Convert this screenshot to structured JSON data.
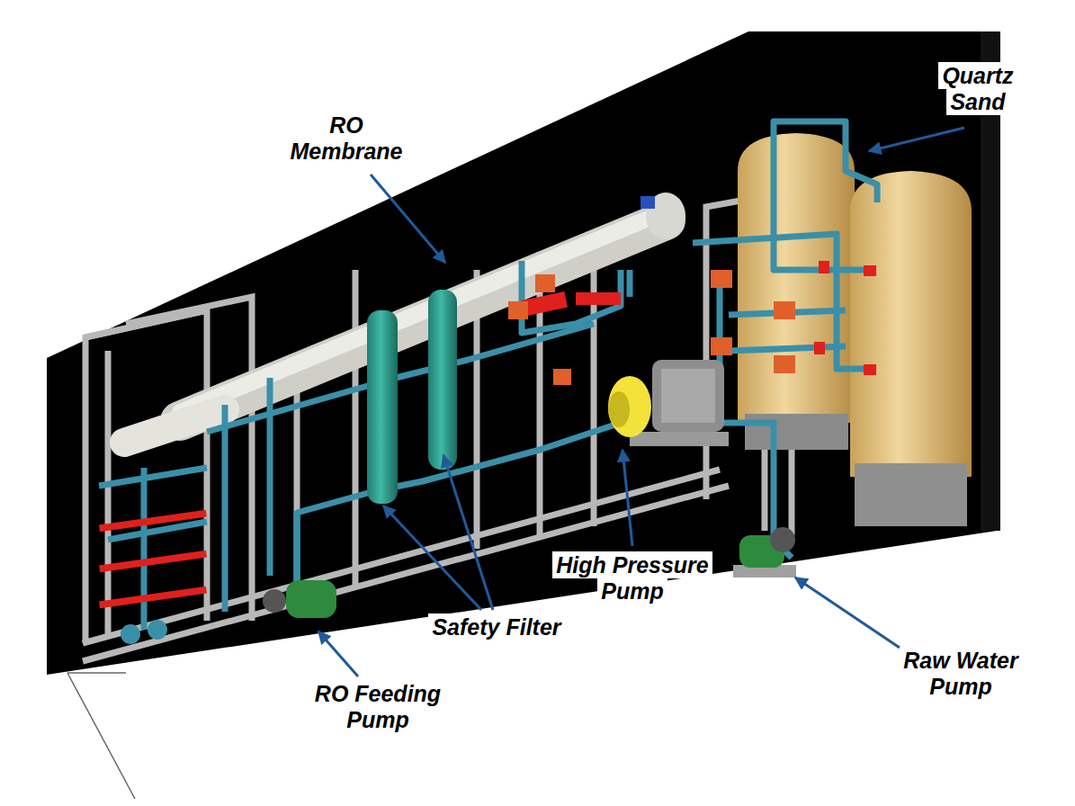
{
  "diagram": {
    "labels": [
      "RO Membrane",
      "Quartz Sand",
      "Safety Filter",
      "High Pressure Pump",
      "Raw Water Pump",
      "RO Feeding Pump"
    ]
  }
}
